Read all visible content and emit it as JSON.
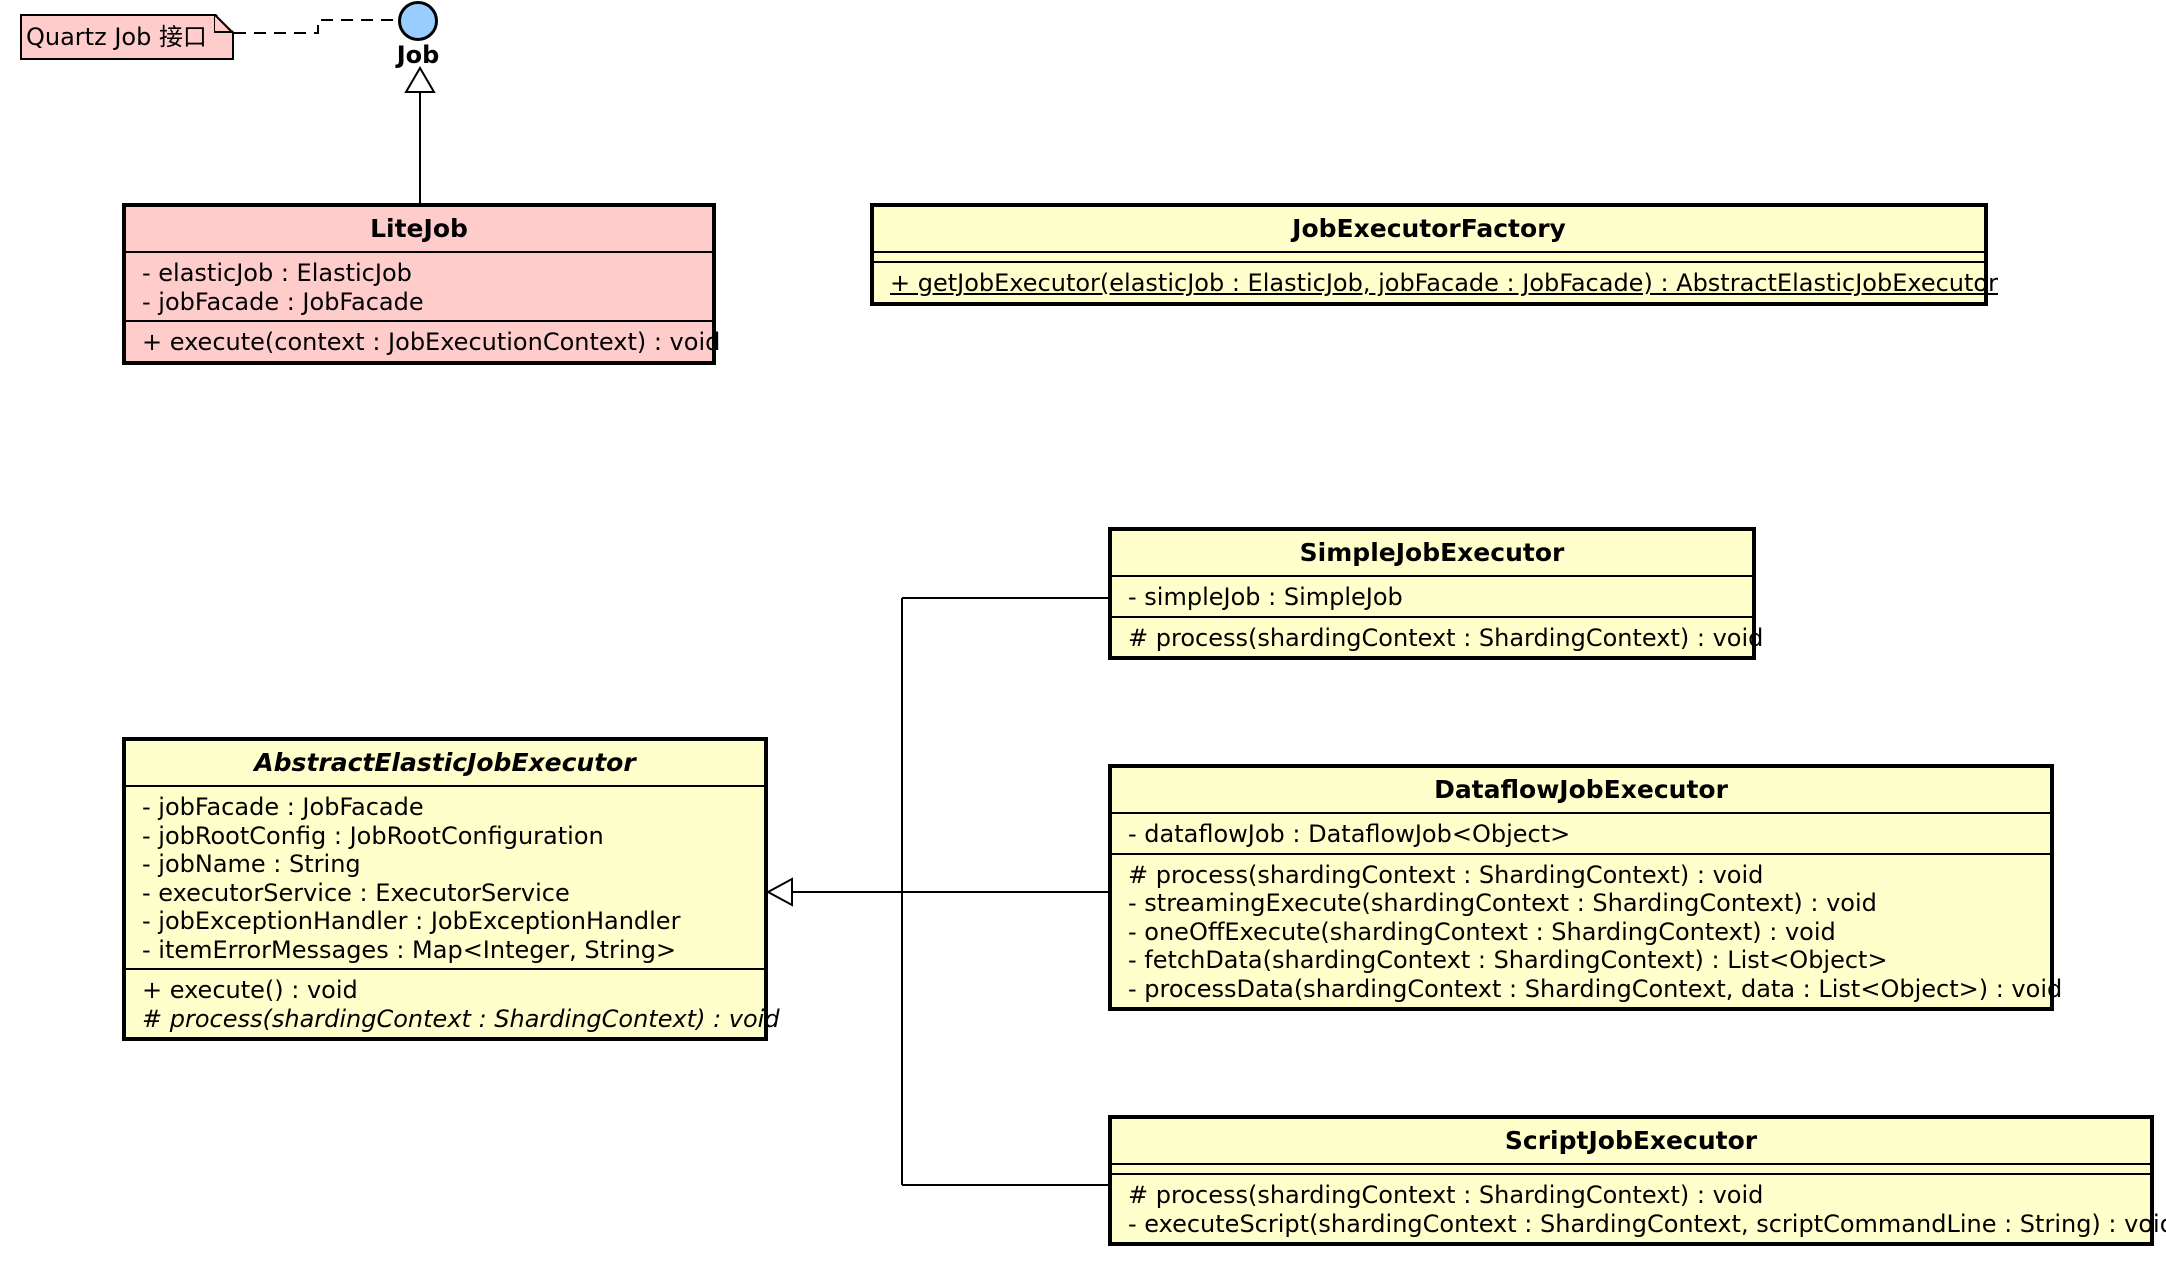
{
  "note": {
    "text": "Quartz Job 接口"
  },
  "interface": {
    "name": "Job"
  },
  "classes": {
    "lite_job": {
      "name": "LiteJob",
      "attributes": [
        "- elasticJob : ElasticJob",
        "- jobFacade : JobFacade"
      ],
      "operations": [
        "+ execute(context : JobExecutionContext) : void"
      ]
    },
    "job_executor_factory": {
      "name": "JobExecutorFactory",
      "attributes": [],
      "operations": [
        "+ getJobExecutor(elasticJob : ElasticJob, jobFacade : JobFacade) : AbstractElasticJobExecutor"
      ]
    },
    "abstract_elastic_job_executor": {
      "name": "AbstractElasticJobExecutor",
      "attributes": [
        "- jobFacade : JobFacade",
        "- jobRootConfig : JobRootConfiguration",
        "- jobName : String",
        "- executorService : ExecutorService",
        "- jobExceptionHandler : JobExceptionHandler",
        "- itemErrorMessages : Map<Integer, String>"
      ],
      "operations": [
        "+ execute() : void",
        "# process(shardingContext : ShardingContext) : void"
      ]
    },
    "simple_job_executor": {
      "name": "SimpleJobExecutor",
      "attributes": [
        "- simpleJob : SimpleJob"
      ],
      "operations": [
        "# process(shardingContext : ShardingContext) : void"
      ]
    },
    "dataflow_job_executor": {
      "name": "DataflowJobExecutor",
      "attributes": [
        "- dataflowJob : DataflowJob<Object>"
      ],
      "operations": [
        "# process(shardingContext : ShardingContext) : void",
        "- streamingExecute(shardingContext : ShardingContext) : void",
        "- oneOffExecute(shardingContext : ShardingContext) : void",
        "- fetchData(shardingContext : ShardingContext) : List<Object>",
        "- processData(shardingContext : ShardingContext, data : List<Object>) : void"
      ]
    },
    "script_job_executor": {
      "name": "ScriptJobExecutor",
      "attributes": [],
      "operations": [
        "# process(shardingContext : ShardingContext) : void",
        "- executeScript(shardingContext : ShardingContext, scriptCommandLine : String) : void"
      ]
    }
  }
}
